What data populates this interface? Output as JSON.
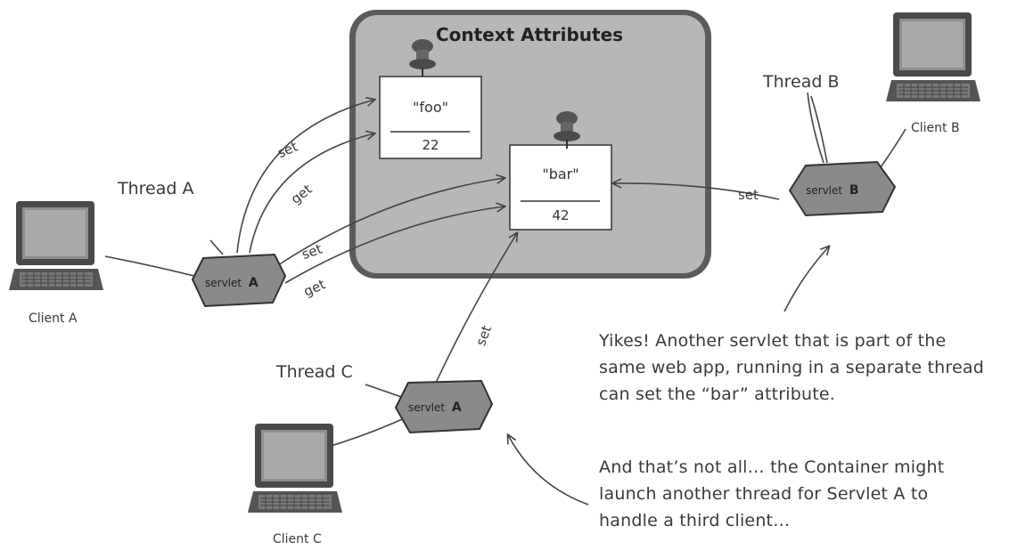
{
  "title": "Context Attributes",
  "attributes": [
    {
      "name": "\"foo\"",
      "value": "22"
    },
    {
      "name": "\"bar\"",
      "value": "42"
    }
  ],
  "clients": {
    "a": "Client A",
    "b": "Client B",
    "c": "Client C"
  },
  "threads": {
    "a": "Thread A",
    "b": "Thread B",
    "c": "Thread C"
  },
  "servlets": {
    "a": {
      "text": "servlet",
      "letter": "A"
    },
    "b": {
      "text": "servlet",
      "letter": "B"
    },
    "c": {
      "text": "servlet",
      "letter": "A"
    }
  },
  "arrow_labels": {
    "set": "set",
    "get": "get"
  },
  "notes": {
    "yikes": [
      "Yikes! Another servlet that is part of the",
      "same web app, running in a separate thread",
      "can set the “bar” attribute."
    ],
    "more": [
      "And that’s not all… the Container might",
      "launch another thread for Servlet A to",
      "handle a third client…"
    ]
  }
}
